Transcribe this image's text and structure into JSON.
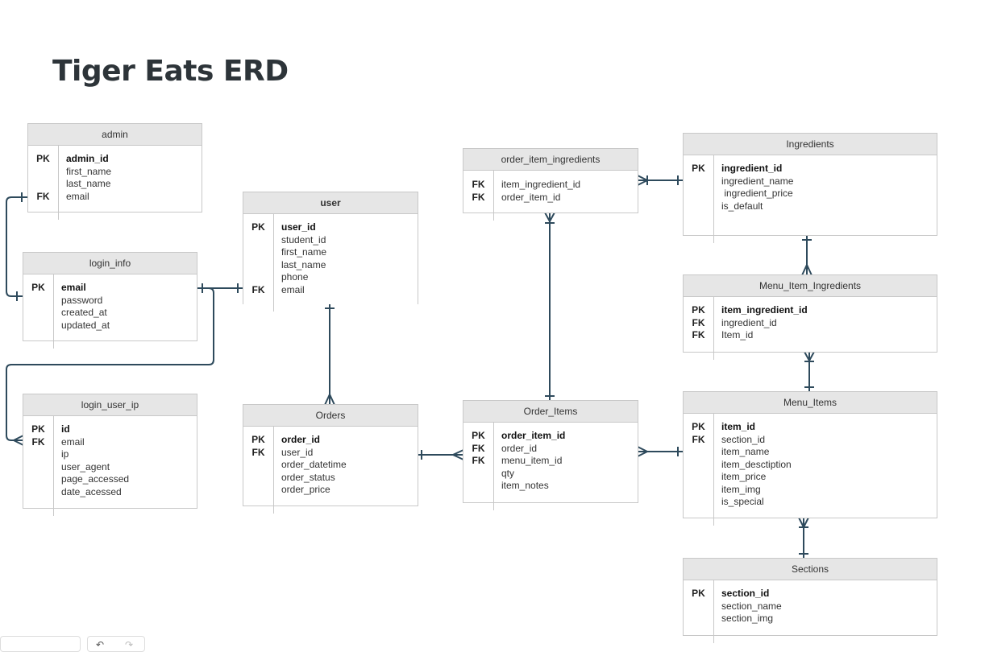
{
  "title": "Tiger Eats ERD",
  "entities": {
    "admin": {
      "name": "admin",
      "rows": [
        {
          "key": "PK",
          "field": "admin_id",
          "pk": true
        },
        {
          "key": "",
          "field": "first_name"
        },
        {
          "key": "",
          "field": "last_name"
        },
        {
          "key": "FK",
          "field": "email"
        }
      ]
    },
    "user": {
      "name": "user",
      "rows": [
        {
          "key": "PK",
          "field": "user_id",
          "pk": true
        },
        {
          "key": "",
          "field": "student_id"
        },
        {
          "key": "",
          "field": "first_name"
        },
        {
          "key": "",
          "field": "last_name"
        },
        {
          "key": "",
          "field": "phone"
        },
        {
          "key": "FK",
          "field": "email"
        }
      ]
    },
    "login_info": {
      "name": "login_info",
      "rows": [
        {
          "key": "PK",
          "field": "email",
          "pk": true
        },
        {
          "key": "",
          "field": "password"
        },
        {
          "key": "",
          "field": "created_at"
        },
        {
          "key": "",
          "field": "updated_at"
        }
      ]
    },
    "login_user_ip": {
      "name": "login_user_ip",
      "rows": [
        {
          "key": "PK",
          "field": "id",
          "pk": true
        },
        {
          "key": "FK",
          "field": "email"
        },
        {
          "key": "",
          "field": "ip"
        },
        {
          "key": "",
          "field": "user_agent"
        },
        {
          "key": "",
          "field": "page_accessed"
        },
        {
          "key": "",
          "field": "date_acessed"
        }
      ]
    },
    "orders": {
      "name": "Orders",
      "rows": [
        {
          "key": "PK",
          "field": "order_id",
          "pk": true
        },
        {
          "key": "FK",
          "field": "user_id"
        },
        {
          "key": "",
          "field": "order_datetime"
        },
        {
          "key": "",
          "field": "order_status"
        },
        {
          "key": "",
          "field": "order_price"
        }
      ]
    },
    "order_item_ingredients": {
      "name": "order_item_ingredients",
      "rows": [
        {
          "key": "FK",
          "field": "item_ingredient_id"
        },
        {
          "key": "FK",
          "field": "order_item_id"
        }
      ]
    },
    "order_items": {
      "name": "Order_Items",
      "rows": [
        {
          "key": "PK",
          "field": "order_item_id",
          "pk": true
        },
        {
          "key": "FK",
          "field": "order_id"
        },
        {
          "key": "FK",
          "field": "menu_item_id"
        },
        {
          "key": "",
          "field": "qty"
        },
        {
          "key": "",
          "field": "item_notes"
        }
      ]
    },
    "ingredients": {
      "name": "Ingredients",
      "rows": [
        {
          "key": "PK",
          "field": "ingredient_id",
          "pk": true
        },
        {
          "key": "",
          "field": "ingredient_name"
        },
        {
          "key": "",
          "field": " ingredient_price"
        },
        {
          "key": "",
          "field": "is_default"
        }
      ]
    },
    "menu_item_ingredients": {
      "name": "Menu_Item_Ingredients",
      "rows": [
        {
          "key": "PK",
          "field": "item_ingredient_id",
          "pk": true
        },
        {
          "key": "FK",
          "field": "ingredient_id"
        },
        {
          "key": "FK",
          "field": "Item_id"
        }
      ]
    },
    "menu_items": {
      "name": "Menu_Items",
      "rows": [
        {
          "key": "PK",
          "field": "item_id",
          "pk": true
        },
        {
          "key": "FK",
          "field": "section_id"
        },
        {
          "key": "",
          "field": "item_name"
        },
        {
          "key": "",
          "field": "item_desctiption"
        },
        {
          "key": "",
          "field": "item_price"
        },
        {
          "key": "",
          "field": "item_img"
        },
        {
          "key": "",
          "field": "is_special"
        }
      ]
    },
    "sections": {
      "name": "Sections",
      "rows": [
        {
          "key": "PK",
          "field": "section_id",
          "pk": true
        },
        {
          "key": "",
          "field": "section_name"
        },
        {
          "key": "",
          "field": "section_img"
        }
      ]
    }
  },
  "colors": {
    "line": "#2e4a5c",
    "header": "#e6e6e6",
    "border": "#c8c8c8",
    "title": "#2d3439"
  },
  "toolbar": {
    "undo_icon": "undo-icon",
    "redo_icon": "redo-icon"
  }
}
